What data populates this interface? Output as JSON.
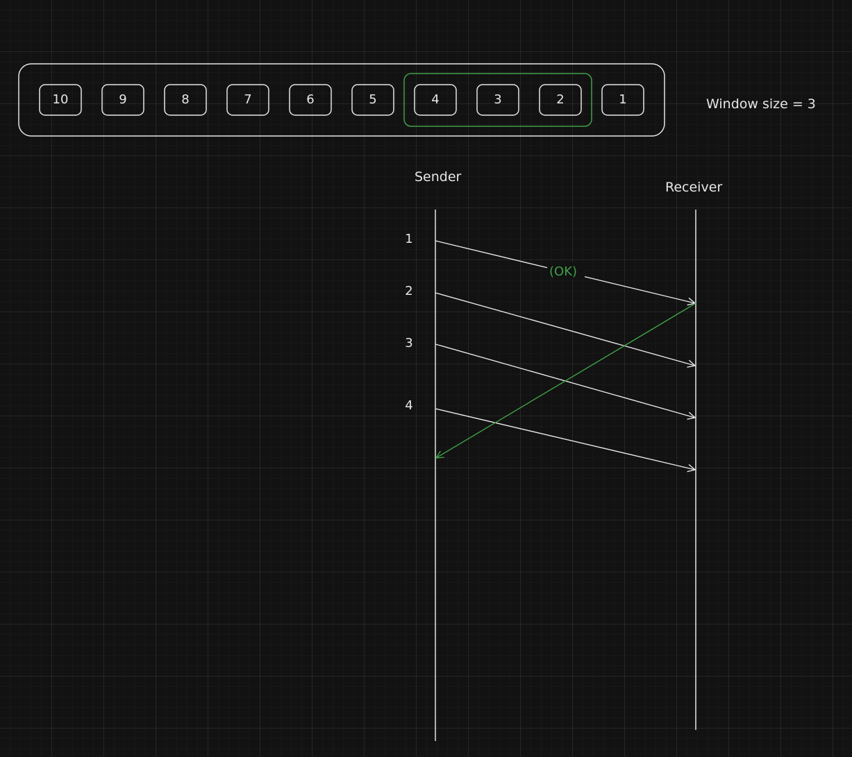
{
  "queue": {
    "items": [
      "10",
      "9",
      "8",
      "7",
      "6",
      "5",
      "4",
      "3",
      "2",
      "1"
    ],
    "window_items": [
      "4",
      "3",
      "2"
    ]
  },
  "window_label": "Window size = 3",
  "sender_label": "Sender",
  "receiver_label": "Receiver",
  "packets": [
    {
      "label": "1",
      "status": ""
    },
    {
      "label": "2",
      "status": ""
    },
    {
      "label": "3",
      "status": ""
    },
    {
      "label": "4",
      "status": ""
    }
  ],
  "ack_label": "(OK)",
  "colors": {
    "stroke": "#e6e6e6",
    "accent": "#3fa046",
    "background": "#121212"
  }
}
